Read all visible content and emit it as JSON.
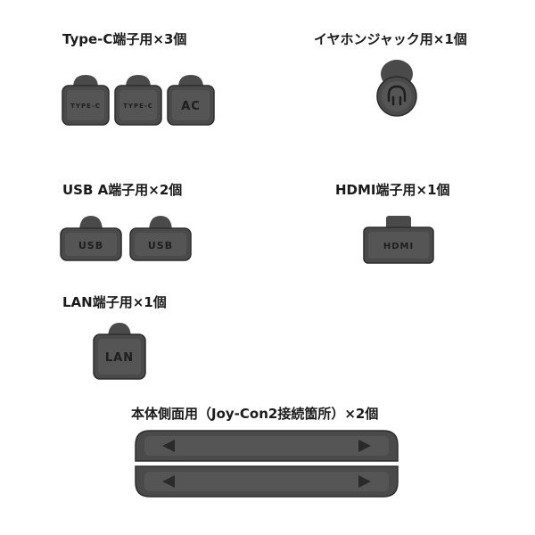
{
  "sections": {
    "typec": {
      "title": "Type-C端子用×3個",
      "caps": [
        "TYPE-C",
        "TYPE-C",
        "AC"
      ]
    },
    "earphone": {
      "title": "イヤホンジャック用×1個"
    },
    "usba": {
      "title": "USB A端子用×2個",
      "caps": [
        "USB",
        "USB"
      ]
    },
    "hdmi": {
      "title": "HDMI端子用×1個",
      "caps": [
        "HDMI"
      ]
    },
    "lan": {
      "title": "LAN端子用×1個",
      "caps": [
        "LAN"
      ]
    },
    "side": {
      "title": "本体側面用（Joy-Con2接続箇所）×2個"
    }
  },
  "colors": {
    "cap_fill": "#4a4a4a",
    "cap_edge": "#2c2c2c",
    "cap_face": "#555555"
  }
}
